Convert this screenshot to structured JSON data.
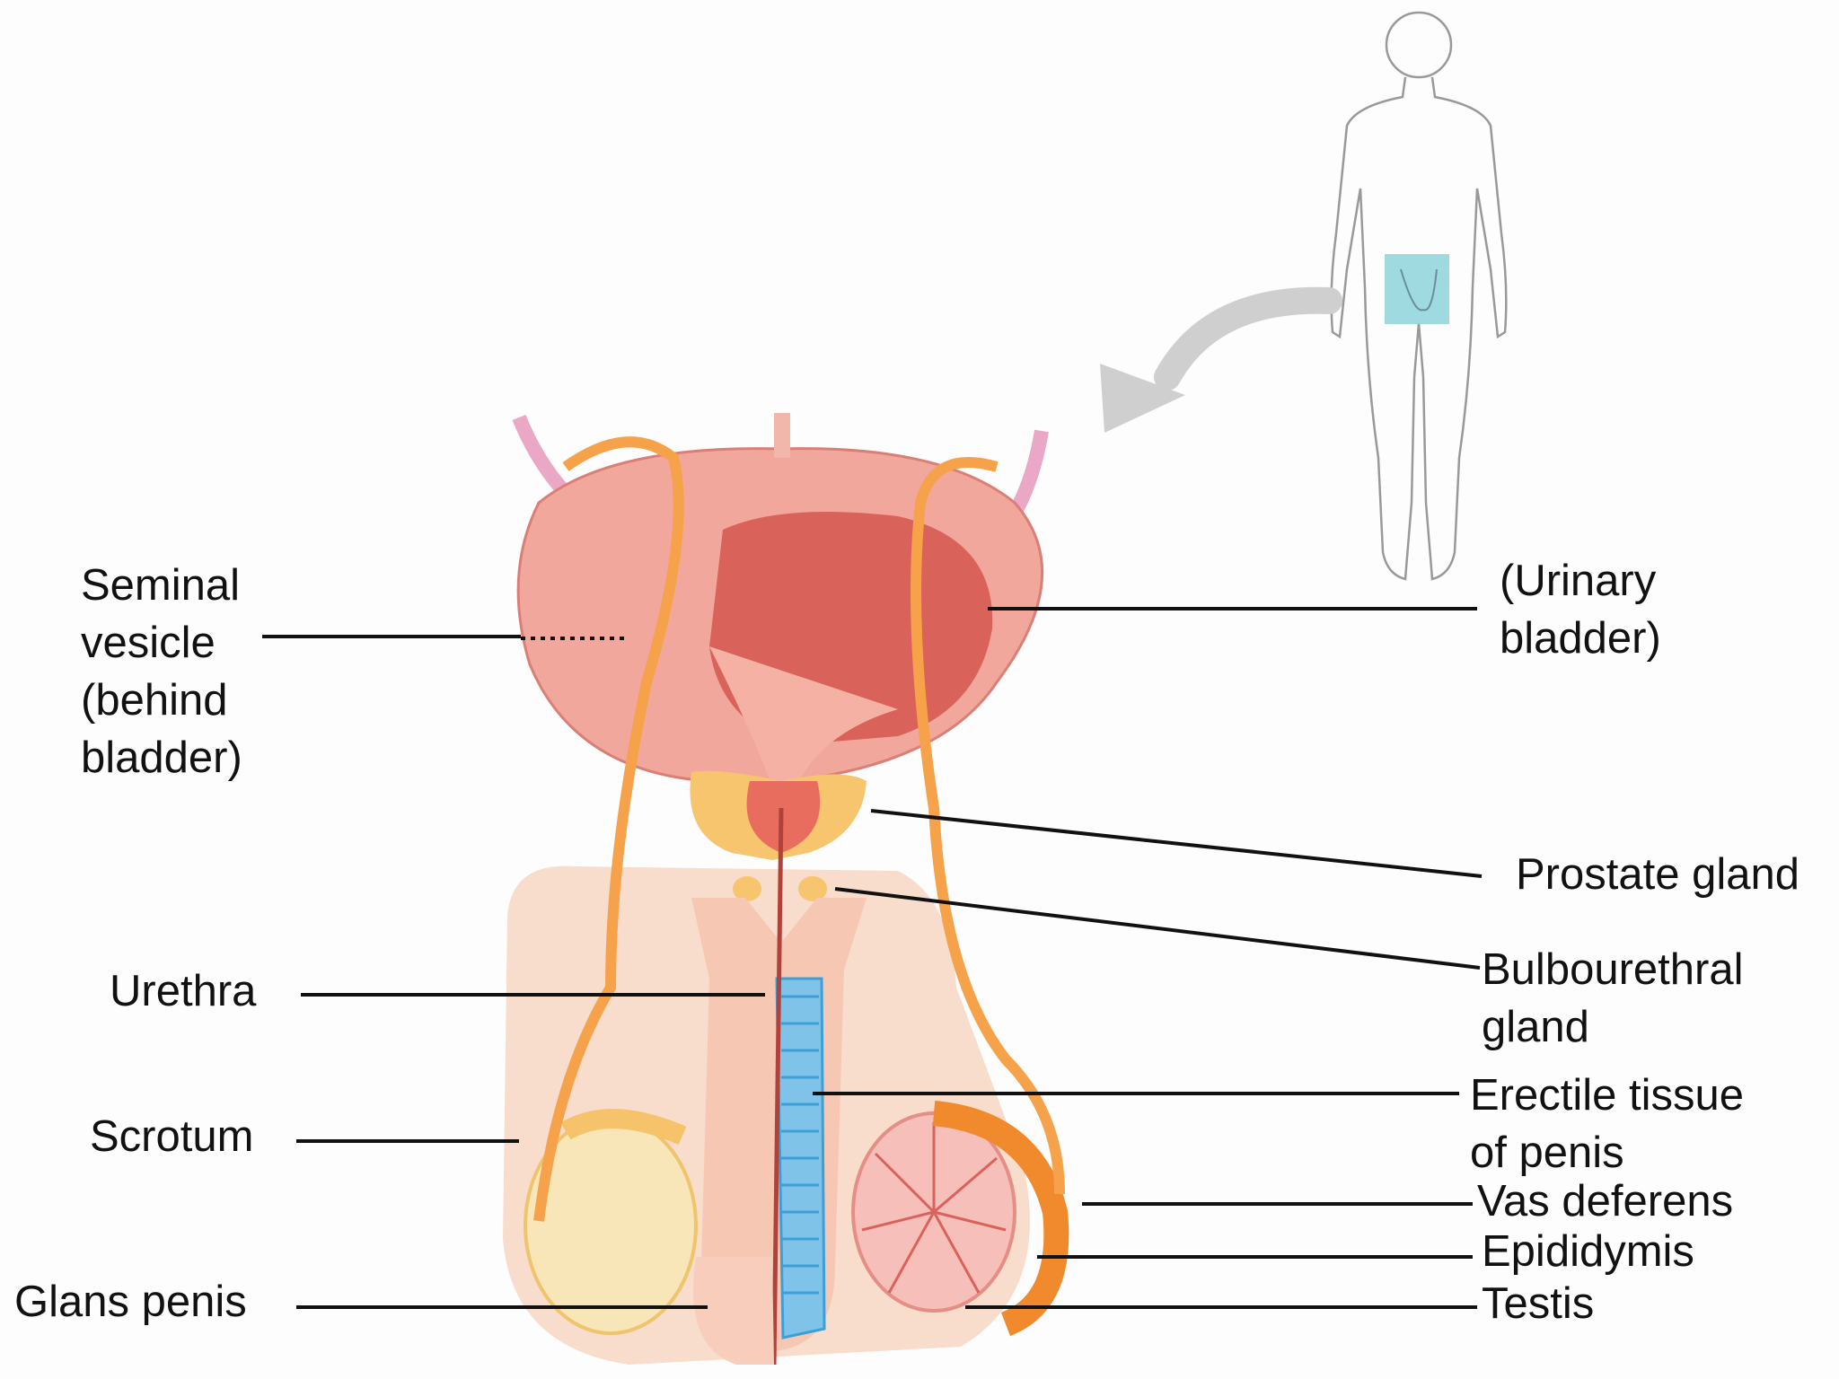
{
  "labels": {
    "seminal_vesicle": "Seminal\nvesicle\n(behind\n bladder)",
    "urethra": "Urethra",
    "scrotum": "Scrotum",
    "glans_penis": "Glans penis",
    "urinary_bladder": "(Urinary\nbladder)",
    "prostate_gland": "Prostate gland",
    "bulbourethral_gland": "Bulbourethral\ngland",
    "erectile_tissue": "Erectile tissue\nof penis",
    "vas_deferens": "Vas deferens",
    "epididymis": "Epididymis",
    "testis": "Testis"
  },
  "colors": {
    "bladder": "#f2a79c",
    "bladder_inner": "#d9635a",
    "vas_deferens": "#f5a24a",
    "prostate": "#f7c56d",
    "erectile": "#3d9fd6",
    "skin": "#f6d2bf",
    "inset_highlight": "#8fd4dc",
    "leader_line": "#111111"
  }
}
